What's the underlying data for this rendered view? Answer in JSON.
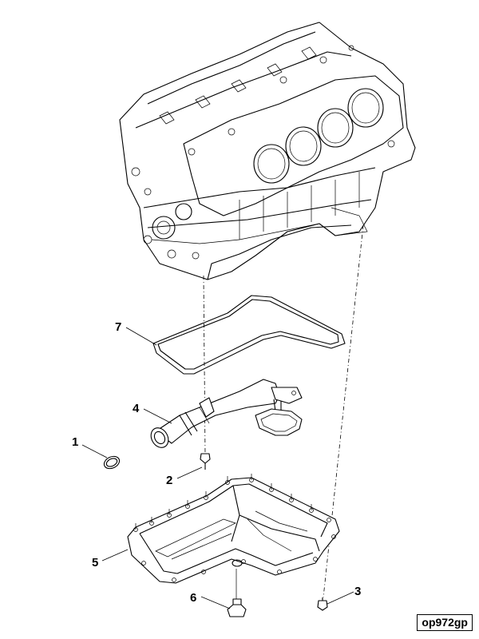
{
  "diagram": {
    "figure_code": "op972gp",
    "callouts": [
      {
        "id": "1",
        "label": "1"
      },
      {
        "id": "2",
        "label": "2"
      },
      {
        "id": "3",
        "label": "3"
      },
      {
        "id": "4",
        "label": "4"
      },
      {
        "id": "5",
        "label": "5"
      },
      {
        "id": "6",
        "label": "6"
      },
      {
        "id": "7",
        "label": "7"
      }
    ]
  }
}
